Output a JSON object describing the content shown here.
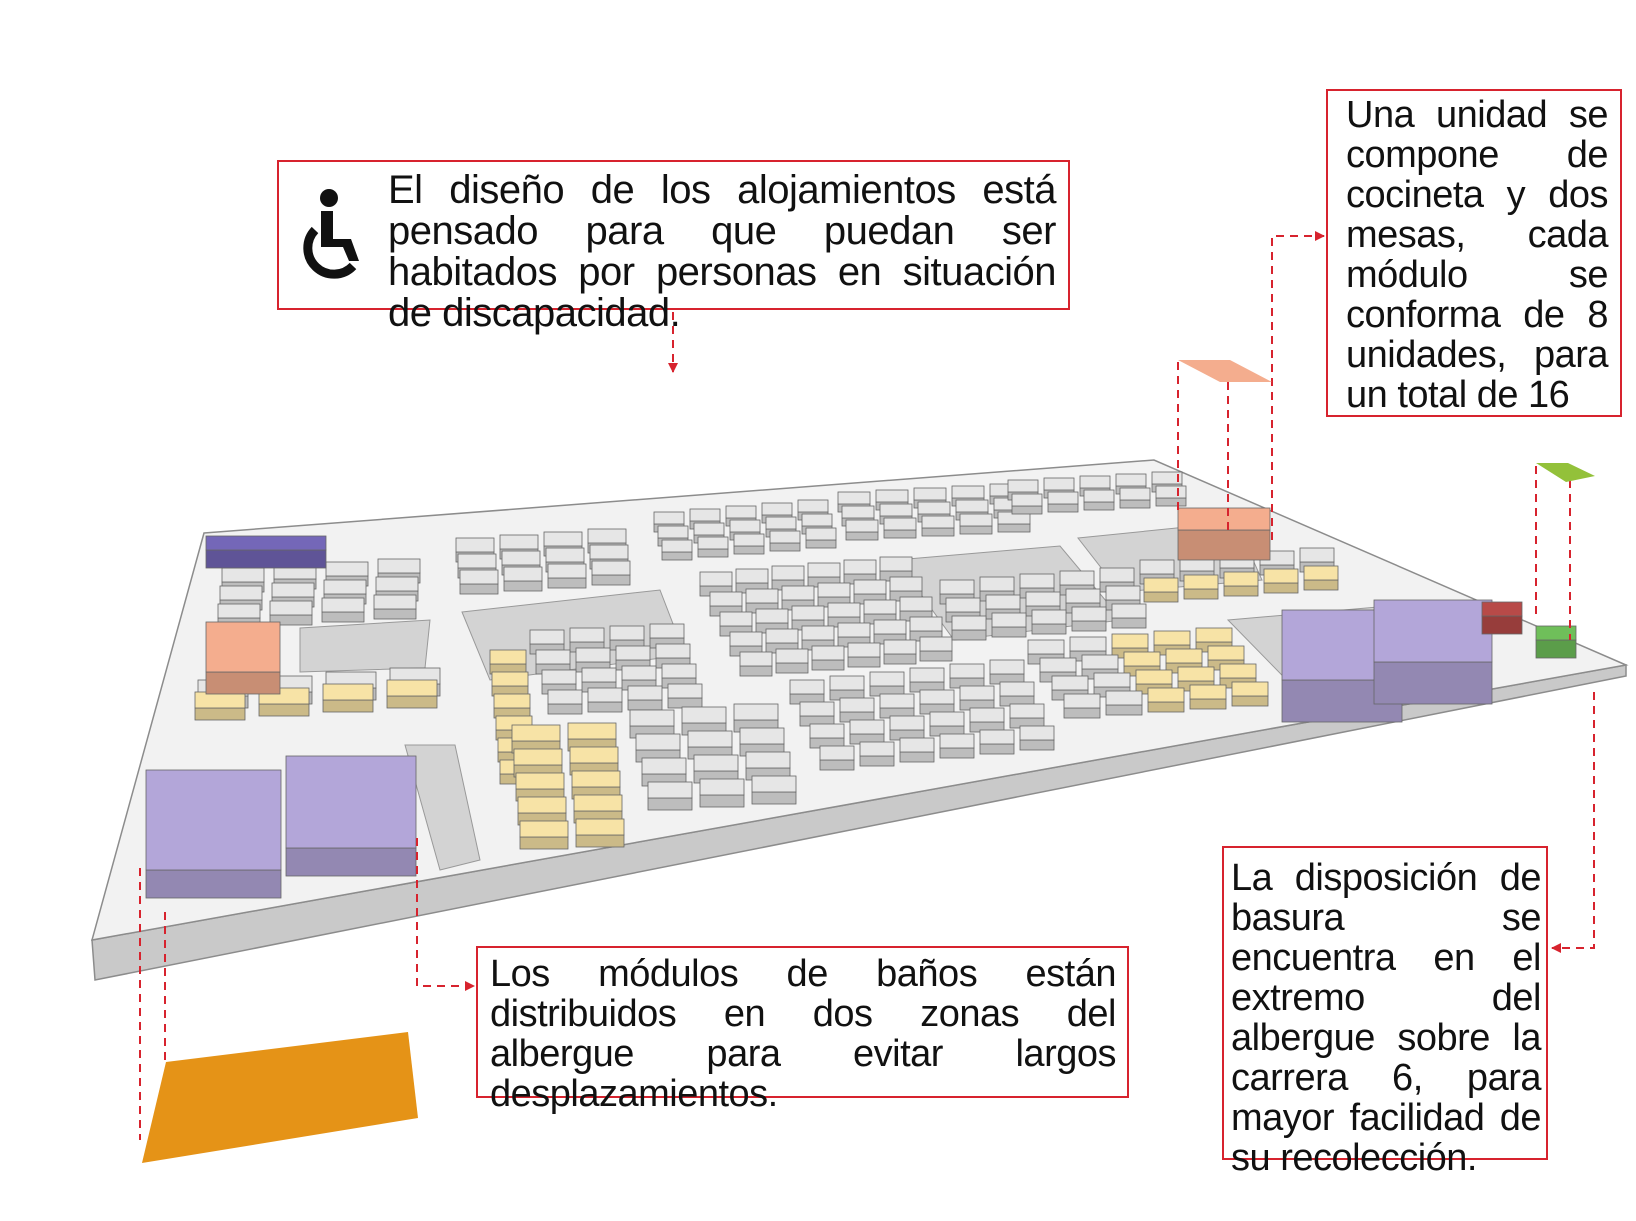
{
  "callouts": {
    "accessibility": "El diseño de los alojamientos está pensado para que puedan ser habitados por personas en situación de discapacidad.",
    "unit": "Una unidad se compone de cocineta y dos mesas, cada módulo se conforma de 8 unidades, para un total de 16",
    "waste": "La disposición de basura se encuentra en el extremo del albergue sobre la carrera 6, para mayor facilidad de su recolección.",
    "baths": "Los módulos de baños están distribuidos en dos zonas del albergue para evitar largos desplazamientos."
  },
  "icons": {
    "accessibility": "wheelchair-icon"
  },
  "colors": {
    "callout_border": "#d7232e",
    "leader_line": "#d7232e",
    "platform_top": "#f2f2f2",
    "platform_side": "#c9c9c9",
    "road": "#d9d9d9",
    "housing_module": "#e6e6e6",
    "kitchen_module": "#f7e3a6",
    "bath_module": "#b3a6d9",
    "admin_block": "#7467b8",
    "highlight_unit": "#f4ad8e",
    "waste_red": "#b84a48",
    "waste_green": "#6fbf5a",
    "green_marker": "#93c13a",
    "bath_footprint": "#e59317"
  }
}
